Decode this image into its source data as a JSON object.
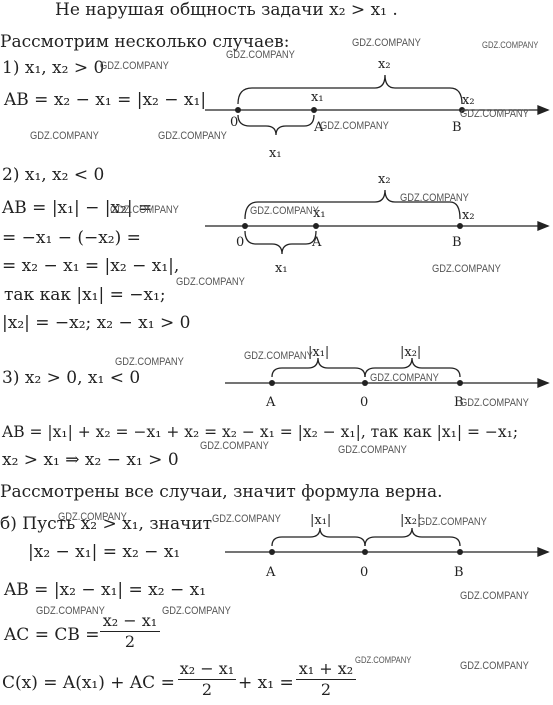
{
  "watermark": "GDZ.COMPANY",
  "lines": {
    "l0": "Не нарушая общность задачи  x₂ > x₁ .",
    "l1": "Рассмотрим несколько случаев:",
    "l2": "1)  x₁, x₂ > 0",
    "l3": "AB = x₂ − x₁ = |x₂ − x₁|",
    "l4": "2)  x₁, x₂ < 0",
    "l5": "AB = |x₁| − |x₂| =",
    "l6": "= −x₁ − (−x₂) =",
    "l7": "= x₂ − x₁ = |x₂ − x₁|,",
    "l8": "так как |x₁| = −x₁;",
    "l9": "|x₂| = −x₂; x₂ − x₁ > 0",
    "l10": "3)  x₂ > 0,    x₁ < 0",
    "l11": "AB = |x₁| + x₂ = −x₁ + x₂ = x₂ − x₁ = |x₂ − x₁|, так как |x₁| = −x₁;",
    "l12": "x₂ > x₁ ⇒ x₂ − x₁ > 0",
    "l13": "Рассмотрены все случаи, значит формула верна.",
    "l14": "б)  Пусть x₂ > x₁, значит",
    "l15": "|x₂ − x₁| = x₂ − x₁",
    "l16": "AB = |x₂ − x₁| = x₂ − x₁",
    "l17": "AC = CB =",
    "l18": "C(x) = A(x₁) + AC =",
    "l19": "+ x₁ =",
    "frac1_num": "x₂ − x₁",
    "frac1_den": "2",
    "frac2_num": "x₂ − x₁",
    "frac2_den": "2",
    "frac3_num": "x₁ + x₂",
    "frac3_den": "2"
  },
  "diagram_labels": {
    "x1": "x₁",
    "x2": "x₂",
    "abs_x1": "|x₁|",
    "abs_x2": "|x₂|",
    "zero": "0",
    "A": "A",
    "B": "B"
  }
}
